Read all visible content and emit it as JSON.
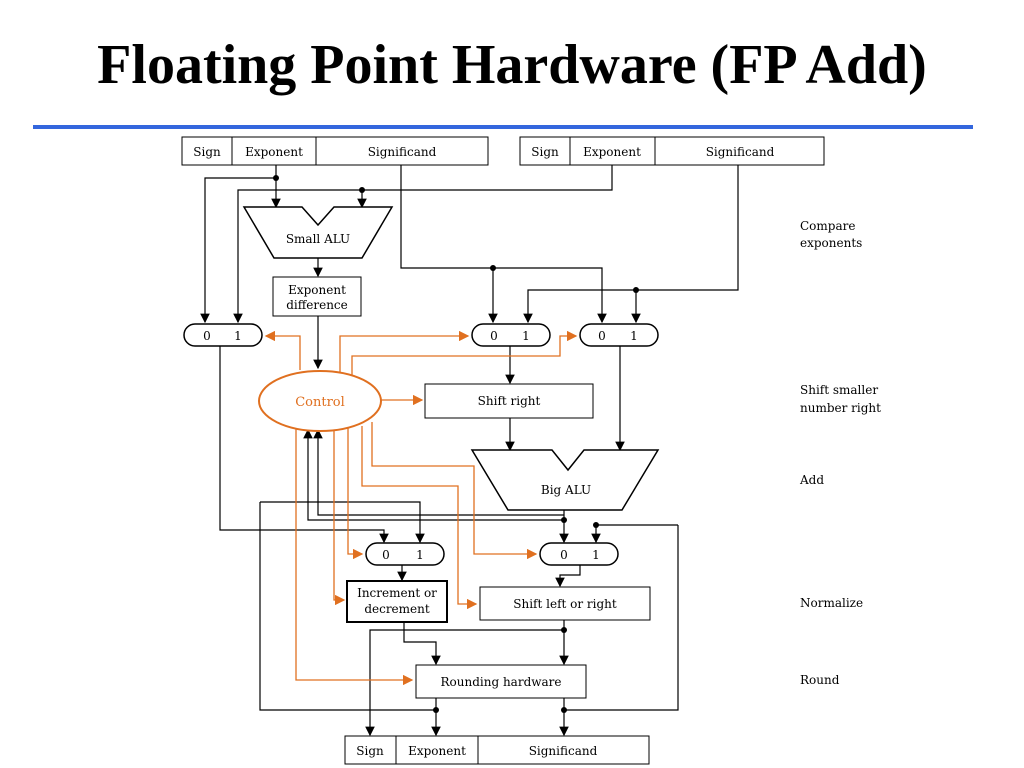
{
  "title": "Floating Point Hardware (FP Add)",
  "colors": {
    "rule": "#3366dd",
    "control": "#e07020",
    "line": "#000000"
  },
  "inputA": {
    "sign": "Sign",
    "exponent": "Exponent",
    "significand": "Significand"
  },
  "inputB": {
    "sign": "Sign",
    "exponent": "Exponent",
    "significand": "Significand"
  },
  "output": {
    "sign": "Sign",
    "exponent": "Exponent",
    "significand": "Significand"
  },
  "blocks": {
    "small_alu": "Small ALU",
    "exp_diff_1": "Exponent",
    "exp_diff_2": "difference",
    "control": "Control",
    "shift_right": "Shift right",
    "big_alu": "Big ALU",
    "incdec_1": "Increment or",
    "incdec_2": "decrement",
    "shift_lr": "Shift left or right",
    "rounding": "Rounding hardware"
  },
  "mux": {
    "zero": "0",
    "one": "1"
  },
  "stages": {
    "compare_1": "Compare",
    "compare_2": "exponents",
    "shift_1": "Shift smaller",
    "shift_2": "number right",
    "add": "Add",
    "normalize": "Normalize",
    "round": "Round"
  }
}
